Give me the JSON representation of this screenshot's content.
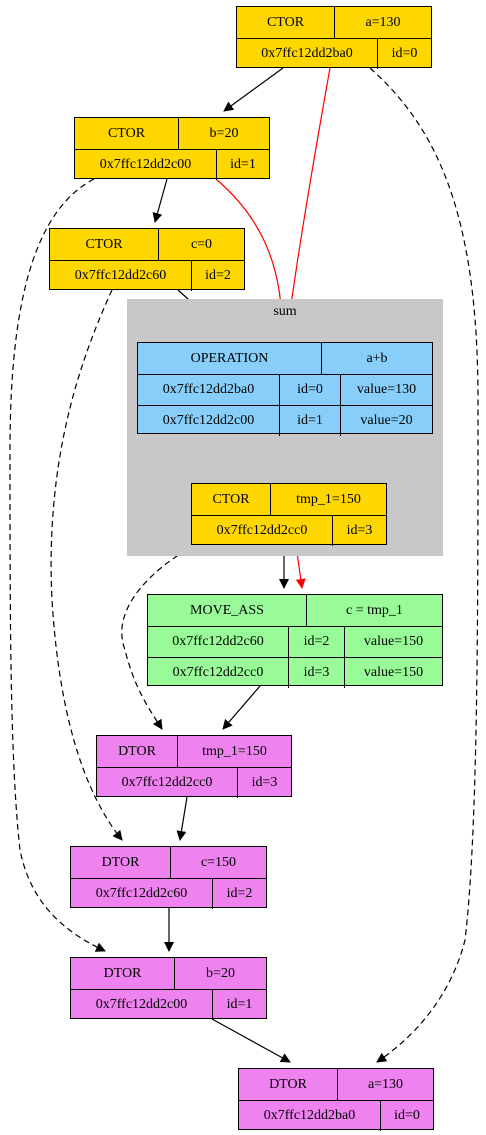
{
  "colors": {
    "ctor": "#ffd700",
    "operation": "#87cefa",
    "move_ass": "#98fb98",
    "dtor": "#ee82ee",
    "cluster": "#c8c8c8",
    "copy_edge": "#ff0000"
  },
  "cluster": {
    "label": "sum"
  },
  "nodes": {
    "ctor_a": {
      "kind": "CTOR",
      "name": "a=130",
      "addr": "0x7ffc12dd2ba0",
      "id": "id=0"
    },
    "ctor_b": {
      "kind": "CTOR",
      "name": "b=20",
      "addr": "0x7ffc12dd2c00",
      "id": "id=1"
    },
    "ctor_c": {
      "kind": "CTOR",
      "name": "c=0",
      "addr": "0x7ffc12dd2c60",
      "id": "id=2"
    },
    "op": {
      "kind": "OPERATION",
      "name": "a+b",
      "r1": {
        "addr": "0x7ffc12dd2ba0",
        "id": "id=0",
        "value": "value=130"
      },
      "r2": {
        "addr": "0x7ffc12dd2c00",
        "id": "id=1",
        "value": "value=20"
      }
    },
    "ctor_tmp": {
      "kind": "CTOR",
      "name": "tmp_1=150",
      "addr": "0x7ffc12dd2cc0",
      "id": "id=3"
    },
    "move": {
      "kind": "MOVE_ASS",
      "name": "c = tmp_1",
      "r1": {
        "addr": "0x7ffc12dd2c60",
        "id": "id=2",
        "value": "value=150"
      },
      "r2": {
        "addr": "0x7ffc12dd2cc0",
        "id": "id=3",
        "value": "value=150"
      }
    },
    "dtor_tmp": {
      "kind": "DTOR",
      "name": "tmp_1=150",
      "addr": "0x7ffc12dd2cc0",
      "id": "id=3"
    },
    "dtor_c": {
      "kind": "DTOR",
      "name": "c=150",
      "addr": "0x7ffc12dd2c60",
      "id": "id=2"
    },
    "dtor_b": {
      "kind": "DTOR",
      "name": "b=20",
      "addr": "0x7ffc12dd2c00",
      "id": "id=1"
    },
    "dtor_a": {
      "kind": "DTOR",
      "name": "a=130",
      "addr": "0x7ffc12dd2ba0",
      "id": "id=0"
    }
  }
}
